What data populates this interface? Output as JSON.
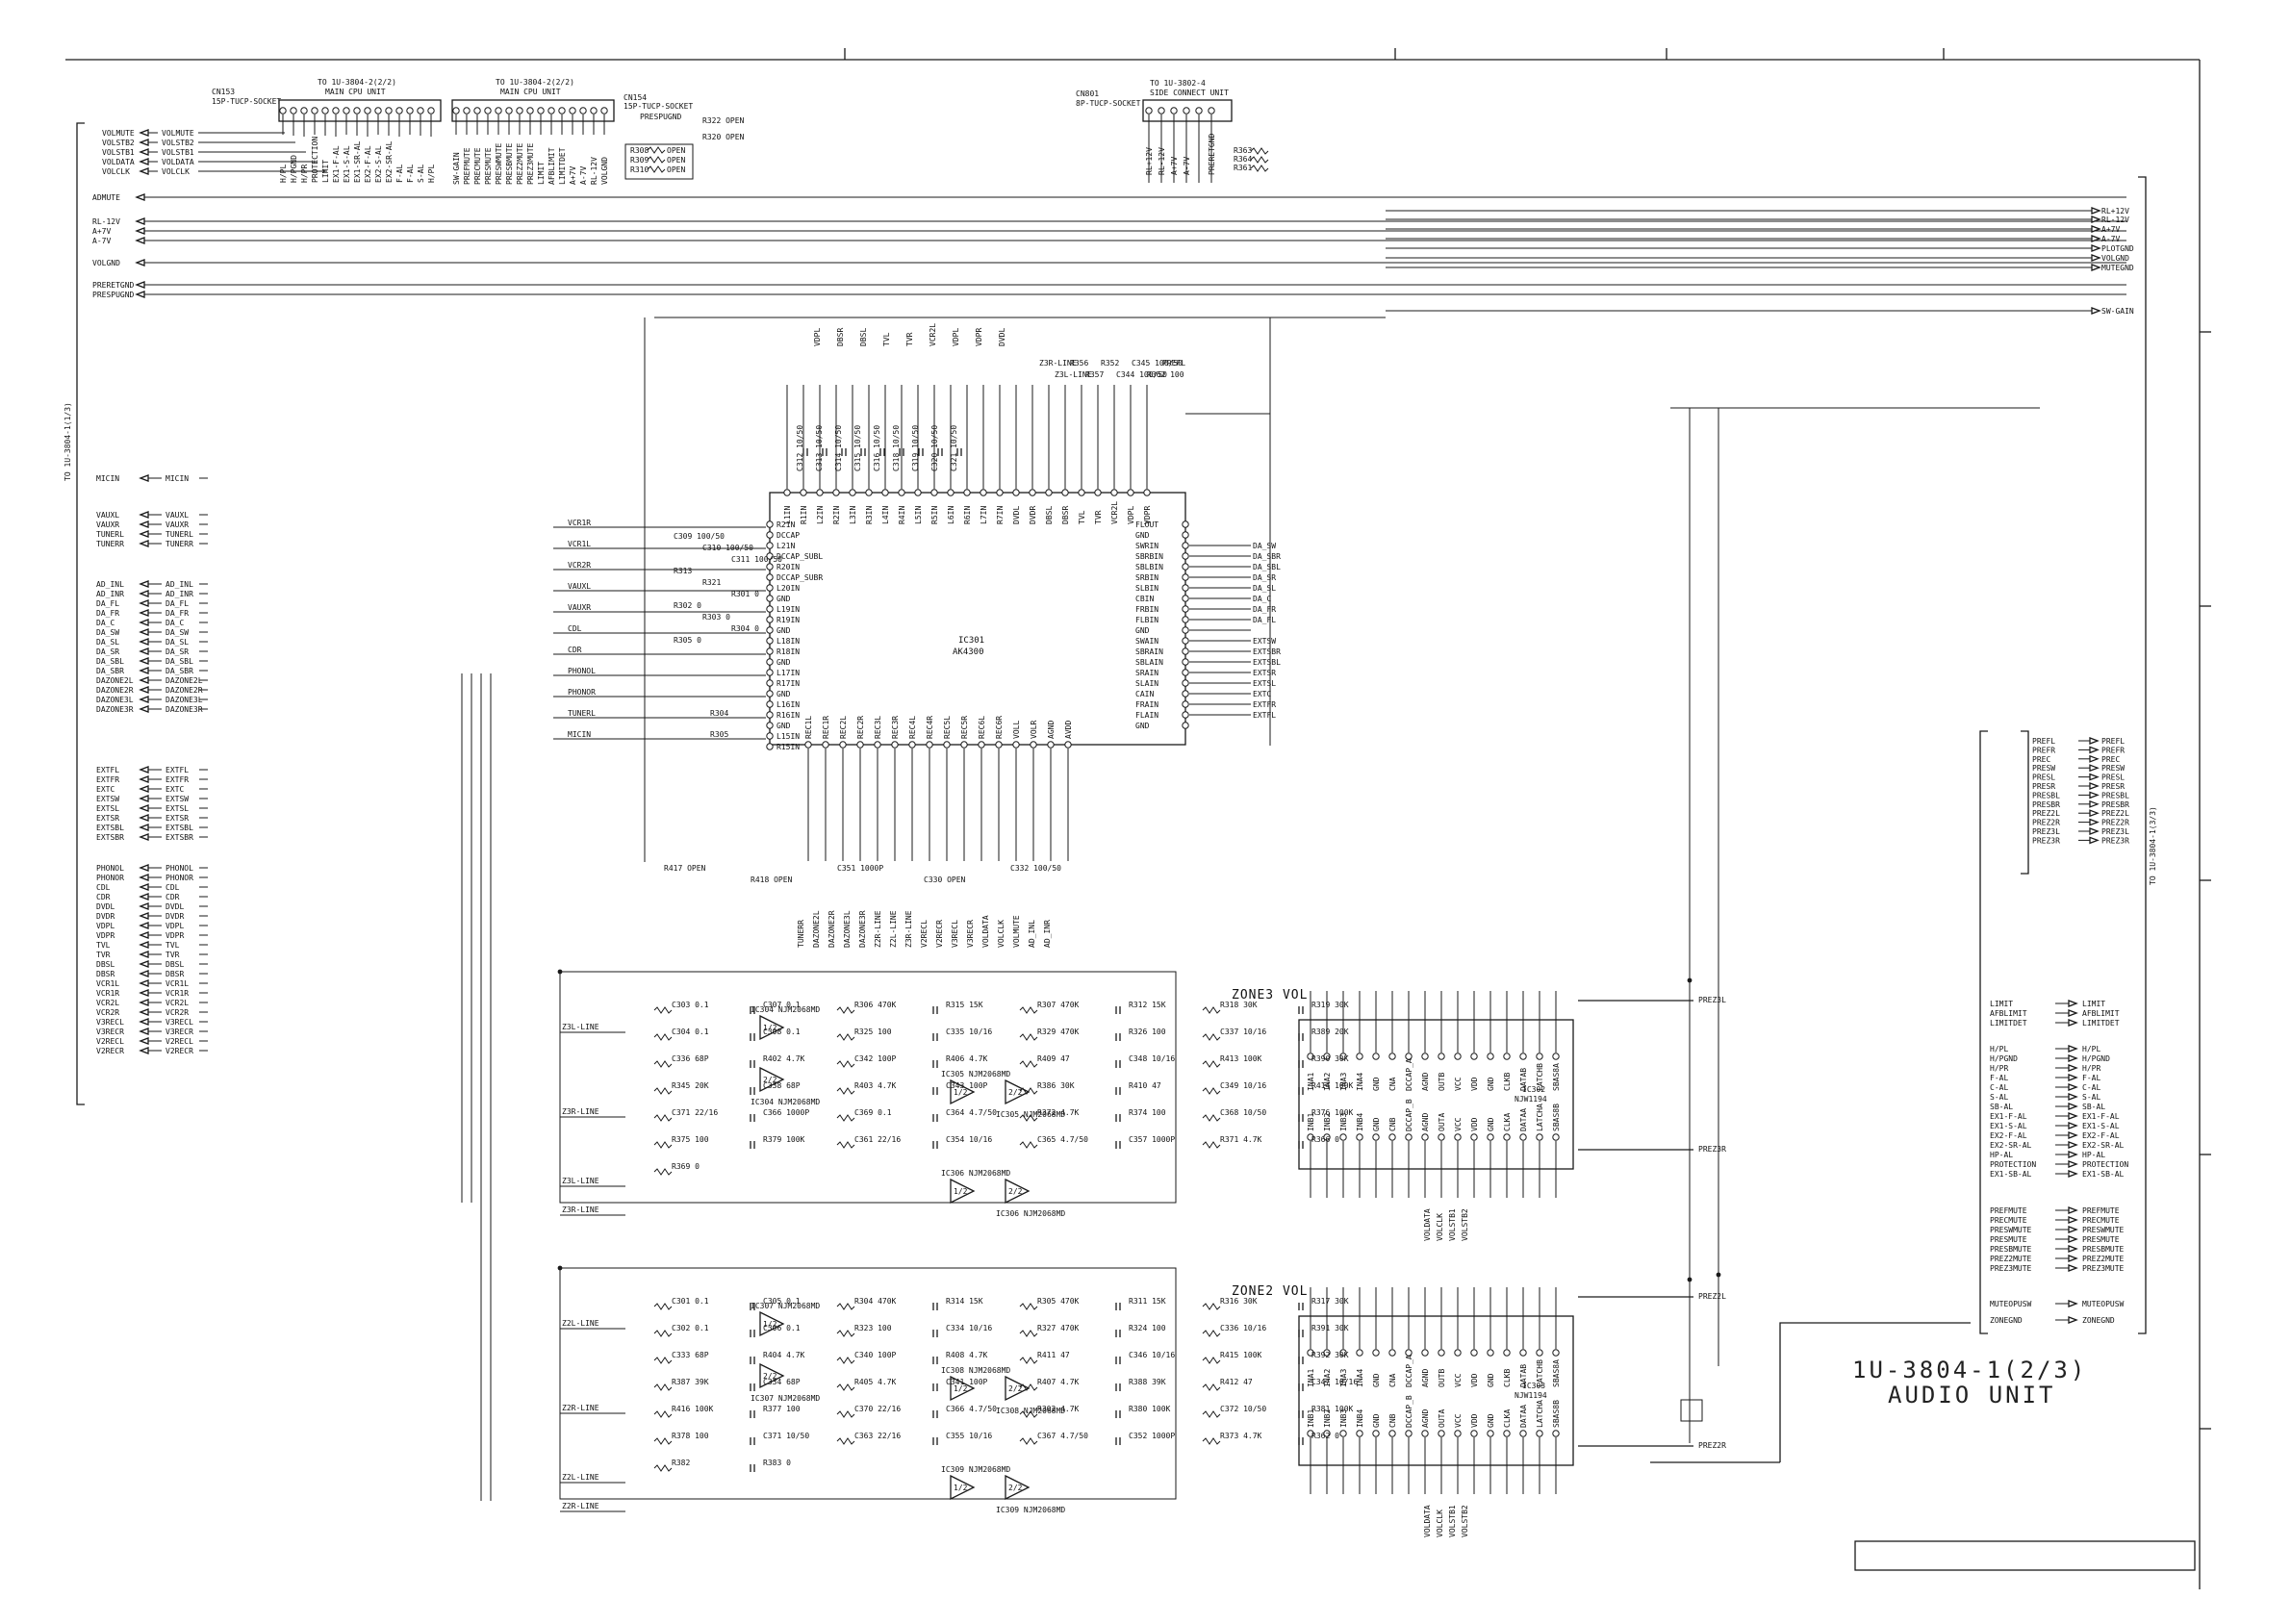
{
  "title": {
    "line1": "1U-3804-1(2/3)",
    "line2": "AUDIO UNIT"
  },
  "connectors": {
    "cn153": {
      "ref": "CN153",
      "type": "15P-TUCP-SOCKET",
      "to": "TO 1U-3804-2(2/2)",
      "unit": "MAIN CPU UNIT"
    },
    "cn_mid": {
      "to": "TO 1U-3804-2(2/2)",
      "unit": "MAIN CPU UNIT"
    },
    "cn154": {
      "ref": "CN154",
      "type": "15P-TUCP-SOCKET",
      "name": "PRESPUGND"
    },
    "cn801": {
      "ref": "CN801",
      "type": "8P-TUCP-SOCKET",
      "to": "TO 1U-3802-4",
      "unit": "SIDE CONNECT UNIT"
    },
    "cn153_pins": [
      "H/PL",
      "H/PGND",
      "H/PR",
      "PROTECTION",
      "LIMIT",
      "EX1-F-AL",
      "EX1-S-AL",
      "EX1-SR-AL",
      "EX2-F-AL",
      "EX2-S-AL",
      "EX2-SR-AL",
      "F-AL",
      "F-AL",
      "S-AL",
      "H/PL"
    ],
    "cn_mid_pins": [
      "SW-GAIN",
      "PREFMUTE",
      "PRECMUTE",
      "PRESMUTE",
      "PRESWMUTE",
      "PRESBMUTE",
      "PREZ2MUTE",
      "PREZ3MUTE",
      "LIMIT",
      "AFBLIMIT",
      "LIMITDET",
      "A+7V",
      "A-7V",
      "RL-12V",
      "VOLGND"
    ],
    "cn801_pins": [
      "RL+12V",
      "RL-12V",
      "A+7V",
      "A-7V",
      "",
      "PRERETGND"
    ],
    "cn154_parts": [
      "R308",
      "R309",
      "R310"
    ],
    "cn154_vals": [
      "OPEN",
      "OPEN",
      "OPEN"
    ],
    "cn154_top": [
      "R322 OPEN",
      "R320 OPEN"
    ],
    "cn801_res": [
      "R363",
      "R364",
      "R361"
    ]
  },
  "left_sheet_label": "TO 1U-3804-1(1/3)",
  "right_sheet_label": "TO 1U-3804-1(3/3)",
  "left_signals_top": [
    {
      "name": "VOLMUTE",
      "net": "VOLMUTE"
    },
    {
      "name": "VOLSTB2",
      "net": "VOLSTB2"
    },
    {
      "name": "VOLSTB1",
      "net": "VOLSTB1"
    },
    {
      "name": "VOLDATA",
      "net": "VOLDATA"
    },
    {
      "name": "VOLCLK",
      "net": "VOLCLK"
    }
  ],
  "left_power": [
    "ADMUTE",
    "RL-12V",
    "A+7V",
    "A-7V",
    "VOLGND",
    "PRERETGND",
    "PRESPUGND"
  ],
  "left_signals": [
    {
      "name": "MICIN",
      "net": "MICIN"
    },
    {
      "name": "VAUXL",
      "net": "VAUXL"
    },
    {
      "name": "VAUXR",
      "net": "VAUXR"
    },
    {
      "name": "TUNERL",
      "net": "TUNERL"
    },
    {
      "name": "TUNERR",
      "net": "TUNERR"
    },
    {
      "name": "AD_INL",
      "net": "AD_INL"
    },
    {
      "name": "AD_INR",
      "net": "AD_INR"
    },
    {
      "name": "DA_FL",
      "net": "DA_FL"
    },
    {
      "name": "DA_FR",
      "net": "DA_FR"
    },
    {
      "name": "DA_C",
      "net": "DA_C"
    },
    {
      "name": "DA_SW",
      "net": "DA_SW"
    },
    {
      "name": "DA_SL",
      "net": "DA_SL"
    },
    {
      "name": "DA_SR",
      "net": "DA_SR"
    },
    {
      "name": "DA_SBL",
      "net": "DA_SBL"
    },
    {
      "name": "DA_SBR",
      "net": "DA_SBR"
    },
    {
      "name": "DAZONE2L",
      "net": "DAZONE2L"
    },
    {
      "name": "DAZONE2R",
      "net": "DAZONE2R"
    },
    {
      "name": "DAZONE3L",
      "net": "DAZONE3L"
    },
    {
      "name": "DAZONE3R",
      "net": "DAZONE3R"
    },
    {
      "name": "EXTFL",
      "net": "EXTFL"
    },
    {
      "name": "EXTFR",
      "net": "EXTFR"
    },
    {
      "name": "EXTC",
      "net": "EXTC"
    },
    {
      "name": "EXTSW",
      "net": "EXTSW"
    },
    {
      "name": "EXTSL",
      "net": "EXTSL"
    },
    {
      "name": "EXTSR",
      "net": "EXTSR"
    },
    {
      "name": "EXTSBL",
      "net": "EXTSBL"
    },
    {
      "name": "EXTSBR",
      "net": "EXTSBR"
    },
    {
      "name": "PHONOL",
      "net": "PHONOL"
    },
    {
      "name": "PHONOR",
      "net": "PHONOR"
    },
    {
      "name": "CDL",
      "net": "CDL"
    },
    {
      "name": "CDR",
      "net": "CDR"
    },
    {
      "name": "DVDL",
      "net": "DVDL"
    },
    {
      "name": "DVDR",
      "net": "DVDR"
    },
    {
      "name": "VDPL",
      "net": "VDPL"
    },
    {
      "name": "VDPR",
      "net": "VDPR"
    },
    {
      "name": "TVL",
      "net": "TVL"
    },
    {
      "name": "TVR",
      "net": "TVR"
    },
    {
      "name": "DBSL",
      "net": "DBSL"
    },
    {
      "name": "DBSR",
      "net": "DBSR"
    },
    {
      "name": "VCR1L",
      "net": "VCR1L"
    },
    {
      "name": "VCR1R",
      "net": "VCR1R"
    },
    {
      "name": "VCR2L",
      "net": "VCR2L"
    },
    {
      "name": "VCR2R",
      "net": "VCR2R"
    },
    {
      "name": "V3RECL",
      "net": "V3RECL"
    },
    {
      "name": "V3RECR",
      "net": "V3RECR"
    },
    {
      "name": "V2RECL",
      "net": "V2RECL"
    },
    {
      "name": "V2RECR",
      "net": "V2RECR"
    }
  ],
  "right_power": [
    "RL+12V",
    "RL-12V",
    "A+7V",
    "A-7V",
    "PLOTGND",
    "VOLGND",
    "MUTEGND",
    "SW-GAIN"
  ],
  "right_outputs": [
    {
      "name": "PREFL",
      "net": "PREFL"
    },
    {
      "name": "PREFR",
      "net": "PREFR"
    },
    {
      "name": "PREC",
      "net": "PREC"
    },
    {
      "name": "PRESW",
      "net": "PRESW"
    },
    {
      "name": "PRESL",
      "net": "PRESL"
    },
    {
      "name": "PRESR",
      "net": "PRESR"
    },
    {
      "name": "PRESBL",
      "net": "PRESBL"
    },
    {
      "name": "PRESBR",
      "net": "PRESBR"
    },
    {
      "name": "PREZ2L",
      "net": "PREZ2L"
    },
    {
      "name": "PREZ2R",
      "net": "PREZ2R"
    },
    {
      "name": "PREZ3L",
      "net": "PREZ3L"
    },
    {
      "name": "PREZ3R",
      "net": "PREZ3R"
    }
  ],
  "right_bus": [
    {
      "name": "LIMIT",
      "net": "LIMIT"
    },
    {
      "name": "AFBLIMIT",
      "net": "AFBLIMIT"
    },
    {
      "name": "LIMITDET",
      "net": "LIMITDET"
    },
    {
      "name": "H/PL",
      "net": "H/PL"
    },
    {
      "name": "H/PGND",
      "net": "H/PGND"
    },
    {
      "name": "H/PR",
      "net": "H/PR"
    },
    {
      "name": "F-AL",
      "net": "F-AL"
    },
    {
      "name": "C-AL",
      "net": "C-AL"
    },
    {
      "name": "S-AL",
      "net": "S-AL"
    },
    {
      "name": "SB-AL",
      "net": "SB-AL"
    },
    {
      "name": "EX1-F-AL",
      "net": "EX1-F-AL"
    },
    {
      "name": "EX1-S-AL",
      "net": "EX1-S-AL"
    },
    {
      "name": "EX2-F-AL",
      "net": "EX2-F-AL"
    },
    {
      "name": "EX2-SR-AL",
      "net": "EX2-SR-AL"
    },
    {
      "name": "HP-AL",
      "net": "HP-AL"
    },
    {
      "name": "PROTECTION",
      "net": "PROTECTION"
    },
    {
      "name": "EX1-SB-AL",
      "net": "EX1-SB-AL"
    },
    {
      "name": "PREFMUTE",
      "net": "PREFMUTE"
    },
    {
      "name": "PRECMUTE",
      "net": "PRECMUTE"
    },
    {
      "name": "PRESWMUTE",
      "net": "PRESWMUTE"
    },
    {
      "name": "PRESMUTE",
      "net": "PRESMUTE"
    },
    {
      "name": "PRESBMUTE",
      "net": "PRESBMUTE"
    },
    {
      "name": "PREZ2MUTE",
      "net": "PREZ2MUTE"
    },
    {
      "name": "PREZ3MUTE",
      "net": "PREZ3MUTE"
    },
    {
      "name": "MUTEOPUSW",
      "net": "MUTEOPUSW"
    },
    {
      "name": "ZONEGND",
      "net": "ZONEGND"
    }
  ],
  "ic301": {
    "ref": "IC301",
    "part": "AK4300"
  },
  "ic301_left_inputs": [
    {
      "net": "VCR1R",
      "part": ""
    },
    {
      "net": "VCR1L",
      "part": ""
    },
    {
      "net": "VCR2R",
      "part": ""
    },
    {
      "net": "VAUXL",
      "part": ""
    },
    {
      "net": "VAUXR",
      "part": ""
    },
    {
      "net": "CDL",
      "part": ""
    },
    {
      "net": "CDR",
      "part": ""
    },
    {
      "net": "PHONOL",
      "part": ""
    },
    {
      "net": "PHONOR",
      "part": ""
    },
    {
      "net": "TUNERL",
      "part": "R304"
    },
    {
      "net": "MICIN",
      "part": "R305"
    }
  ],
  "ic301_left_pins": [
    "R21N",
    "DCCAP",
    "L21N",
    "DCCAP_SUBL",
    "R20IN",
    "DCCAP_SUBR",
    "L20IN",
    "GND",
    "L19IN",
    "R19IN",
    "GND",
    "L18IN",
    "R18IN",
    "GND",
    "L17IN",
    "R17IN",
    "GND",
    "L16IN",
    "R16IN",
    "GND",
    "L15IN",
    "R15IN"
  ],
  "ic301_right_pins": [
    "FLOUT",
    "GND",
    "SWRIN",
    "SBRBIN",
    "SBLBIN",
    "SRBIN",
    "SLBIN",
    "CBIN",
    "FRBIN",
    "FLBIN",
    "GND",
    "SWAIN",
    "SBRAIN",
    "SBLAIN",
    "SRAIN",
    "SLAIN",
    "CAIN",
    "FRAIN",
    "FLAIN",
    "GND"
  ],
  "ic301_right_nets": [
    "DA_SW",
    "DA_SBR",
    "DA_SBL",
    "DA_SR",
    "DA_SL",
    "DA_C",
    "DA_FR",
    "DA_FL",
    "",
    "EXTSW",
    "EXTSBR",
    "EXTSBL",
    "EXTSR",
    "EXTSL",
    "EXTC",
    "EXTFR",
    "EXTFL"
  ],
  "ic301_top_pins": [
    "L1IN",
    "R1IN",
    "L2IN",
    "R2IN",
    "L3IN",
    "R3IN",
    "L4IN",
    "R4IN",
    "L5IN",
    "R5IN",
    "L6IN",
    "R6IN",
    "L7IN",
    "R7IN",
    "DVDL",
    "DVDR",
    "DBSL",
    "DBSR",
    "TVL",
    "TVR",
    "VCR2L",
    "VDPL",
    "VDPR"
  ],
  "ic301_top_nets": [
    "VDPL",
    "DBSR",
    "DBSL",
    "TVL",
    "TVR",
    "VCR2L",
    "VDPL",
    "VDPR",
    "DVDL"
  ],
  "ic301_top_parts": [
    "C312 10/50",
    "C313 10/50",
    "C314 10/50",
    "C315 10/50",
    "C316 10/50",
    "C318 10/50",
    "C319 10/50",
    "C320 10/50",
    "C321 10/50"
  ],
  "ic301_top_right": [
    "Z3R-LINE",
    "Z3L-LINE",
    "R356",
    "R357",
    "R352",
    "C344 100/50",
    "C345 100/50",
    "R362 100",
    "PREFL"
  ],
  "ic301_bot_pins": [
    "REC1L",
    "REC1R",
    "REC2L",
    "REC2R",
    "REC3L",
    "REC3R",
    "REC4L",
    "REC4R",
    "REC5L",
    "REC5R",
    "REC6L",
    "REC6R",
    "VOLL",
    "VOLR",
    "AGND",
    "AVDD"
  ],
  "ic301_bot_nets": [
    "TUNERR",
    "DAZONE2L",
    "DAZONE2R",
    "DAZONE3L",
    "DAZONE3R",
    "Z2R-LINE",
    "Z2L-LINE",
    "Z3R-LINE",
    "V2RECL",
    "V2RECR",
    "V3RECL",
    "V3RECR",
    "VOLDATA",
    "VOLCLK",
    "VOLMUTE",
    "AD_INL",
    "AD_INR"
  ],
  "ic301_bot_parts": [
    "R417 OPEN",
    "R418 OPEN",
    "C351 1000P",
    "C330 OPEN",
    "C332 100/50"
  ],
  "ic301_left_parts": [
    "C309 100/50",
    "C310 100/50",
    "C311 100/50",
    "R313",
    "R321",
    "R301 0",
    "R302 0",
    "R303 0",
    "R304 0",
    "R305 0"
  ],
  "zone3": {
    "title": "ZONE3 VOL",
    "ic": "IC302",
    "part": "NJW1194",
    "out_l": "PREZ3L",
    "out_r": "PREZ3R"
  },
  "zone2": {
    "title": "ZONE2 VOL",
    "ic": "IC303",
    "part": "NJW1194",
    "out_l": "PREZ2L",
    "out_r": "PREZ2R"
  },
  "vol_ic_top_pins": [
    "INA1",
    "INA2",
    "INA3",
    "INA4",
    "GND",
    "CNA",
    "DCCAP_A",
    "AGND",
    "OUTB",
    "VCC",
    "VDD",
    "GND",
    "CLKB",
    "DATAB",
    "LATCHB",
    "SBAS8A"
  ],
  "vol_ic_bot_pins": [
    "INB1",
    "INB2",
    "INB3",
    "INB4",
    "GND",
    "CNB",
    "DCCAP_B",
    "AGND",
    "OUTA",
    "VCC",
    "VDD",
    "GND",
    "CLKA",
    "DATAA",
    "LATCHA",
    "SBAS8B"
  ],
  "zone3_lines": [
    "Z3L-LINE",
    "Z3R-LINE",
    "Z3L-LINE",
    "Z3R-LINE"
  ],
  "zone2_lines": [
    "Z2L-LINE",
    "Z2R-LINE",
    "Z2L-LINE",
    "Z2R-LINE"
  ],
  "zone3_parts": [
    "C303 0.1",
    "C307 0.1",
    "R306 470K",
    "R315 15K",
    "R307 470K",
    "R312 15K",
    "R318 30K",
    "R319 30K",
    "C304 0.1",
    "C308 0.1",
    "R325 100",
    "C335 10/16",
    "R329 470K",
    "R326 100",
    "C337 10/16",
    "R389 20K",
    "C336 68P",
    "R402 4.7K",
    "C342 100P",
    "R406 4.7K",
    "R409 47",
    "C348 10/16",
    "R413 100K",
    "R390 30K",
    "R345 20K",
    "C338 68P",
    "R403 4.7K",
    "C343 100P",
    "R386 30K",
    "R410 47",
    "C349 10/16",
    "R414 100K",
    "C371 22/16",
    "C366 1000P",
    "C369 0.1",
    "C364 4.7/50",
    "R372 4.7K",
    "R374 100",
    "C368 10/50",
    "R376 100K",
    "R375 100",
    "R379 100K",
    "C361 22/16",
    "C354 10/16",
    "C365 4.7/50",
    "C357 1000P",
    "R371 4.7K",
    "R366 0",
    "R369 0"
  ],
  "zone2_parts": [
    "C301 0.1",
    "C305 0.1",
    "R304 470K",
    "R314 15K",
    "R305 470K",
    "R311 15K",
    "R316 30K",
    "R317 30K",
    "C302 0.1",
    "C306 0.1",
    "R323 100",
    "C334 10/16",
    "R327 470K",
    "R324 100",
    "C336 10/16",
    "R391 30K",
    "C333 68P",
    "R404 4.7K",
    "C340 100P",
    "R408 4.7K",
    "R411 47",
    "C346 10/16",
    "R415 100K",
    "R392 30K",
    "R387 39K",
    "C334 68P",
    "R405 4.7K",
    "C341 100P",
    "R407 4.7K",
    "R388 39K",
    "R412 47",
    "C347 10/16",
    "R416 100K",
    "R377 100",
    "C370 22/16",
    "C366 4.7/50",
    "R302 4.7K",
    "R380 100K",
    "C372 10/50",
    "R381 100K",
    "R378 100",
    "C371 10/50",
    "C363 22/16",
    "C355 10/16",
    "C367 4.7/50",
    "C352 1000P",
    "R373 4.7K",
    "R362 0",
    "R382",
    "R383 0"
  ],
  "opamps": [
    "IC304 NJM2068MD",
    "IC304 NJM2068MD",
    "IC305 NJM2068MD",
    "IC305 NJM2068MD",
    "IC306 NJM2068MD",
    "IC306 NJM2068MD",
    "IC307 NJM2068MD",
    "IC307 NJM2068MD",
    "IC308 NJM2068MD",
    "IC308 NJM2068MD",
    "IC309 NJM2068MD",
    "IC309 NJM2068MD"
  ],
  "opamp_halves": [
    "1/2",
    "2/2"
  ],
  "vol_ctrl_nets": [
    "VOLDATA",
    "VOLCLK",
    "VOLSTB1",
    "VOLSTB2"
  ],
  "title_block_empty": ""
}
